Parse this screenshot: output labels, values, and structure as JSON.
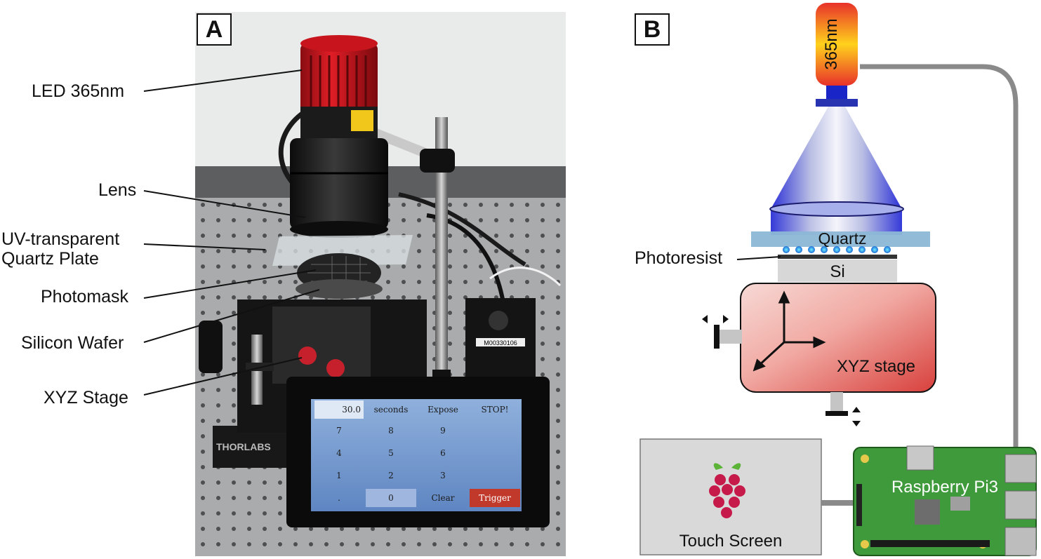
{
  "panel_a": {
    "letter": "A",
    "labels": {
      "led": "LED 365nm",
      "lens": "Lens",
      "quartz_line1": "UV-transparent",
      "quartz_line2": "Quartz Plate",
      "photomask": "Photomask",
      "wafer": "Silicon Wafer",
      "stage": "XYZ Stage"
    },
    "led_driver_label": "M00330106",
    "brand": "THORLABS",
    "touchscreen": {
      "header": [
        "30.0",
        "seconds",
        "Expose",
        "STOP!"
      ],
      "rows": [
        [
          "7",
          "8",
          "9",
          ""
        ],
        [
          "4",
          "5",
          "6",
          ""
        ],
        [
          "1",
          "2",
          "3",
          ""
        ],
        [
          ".",
          "0",
          "Clear",
          "Trigger"
        ]
      ]
    }
  },
  "panel_b": {
    "letter": "B",
    "led_label": "365nm",
    "quartz_label": "Quartz",
    "photoresist_label": "Photoresist",
    "si_label": "Si",
    "stage_label": "XYZ stage",
    "screen_label": "Touch Screen",
    "pi_label": "Raspberry Pi3"
  },
  "colors": {
    "led_red": "#e8312a",
    "led_yellow": "#ffd21c",
    "lens_blue": "#2233cc",
    "stage_red": "#e24a45",
    "pi_green": "#3f9a3c",
    "quartz_blue": "#8cb7d6",
    "cable_grey": "#8a8a8a"
  }
}
